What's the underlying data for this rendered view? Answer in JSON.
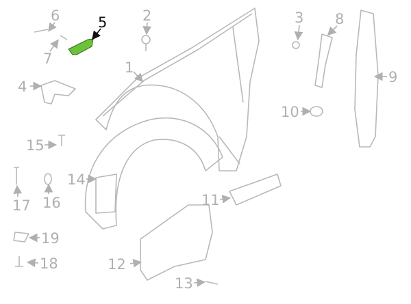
{
  "diagram": {
    "highlight_color": "#6cc23a",
    "callouts": {
      "c1": "1",
      "c2": "2",
      "c3": "3",
      "c4": "4",
      "c5": "5",
      "c6": "6",
      "c7": "7",
      "c8": "8",
      "c9": "9",
      "c10": "10",
      "c11": "11",
      "c12": "12",
      "c13": "13",
      "c14": "14",
      "c15": "15",
      "c16": "16",
      "c17": "17",
      "c18": "18",
      "c19": "19"
    },
    "highlighted_part": "5"
  }
}
